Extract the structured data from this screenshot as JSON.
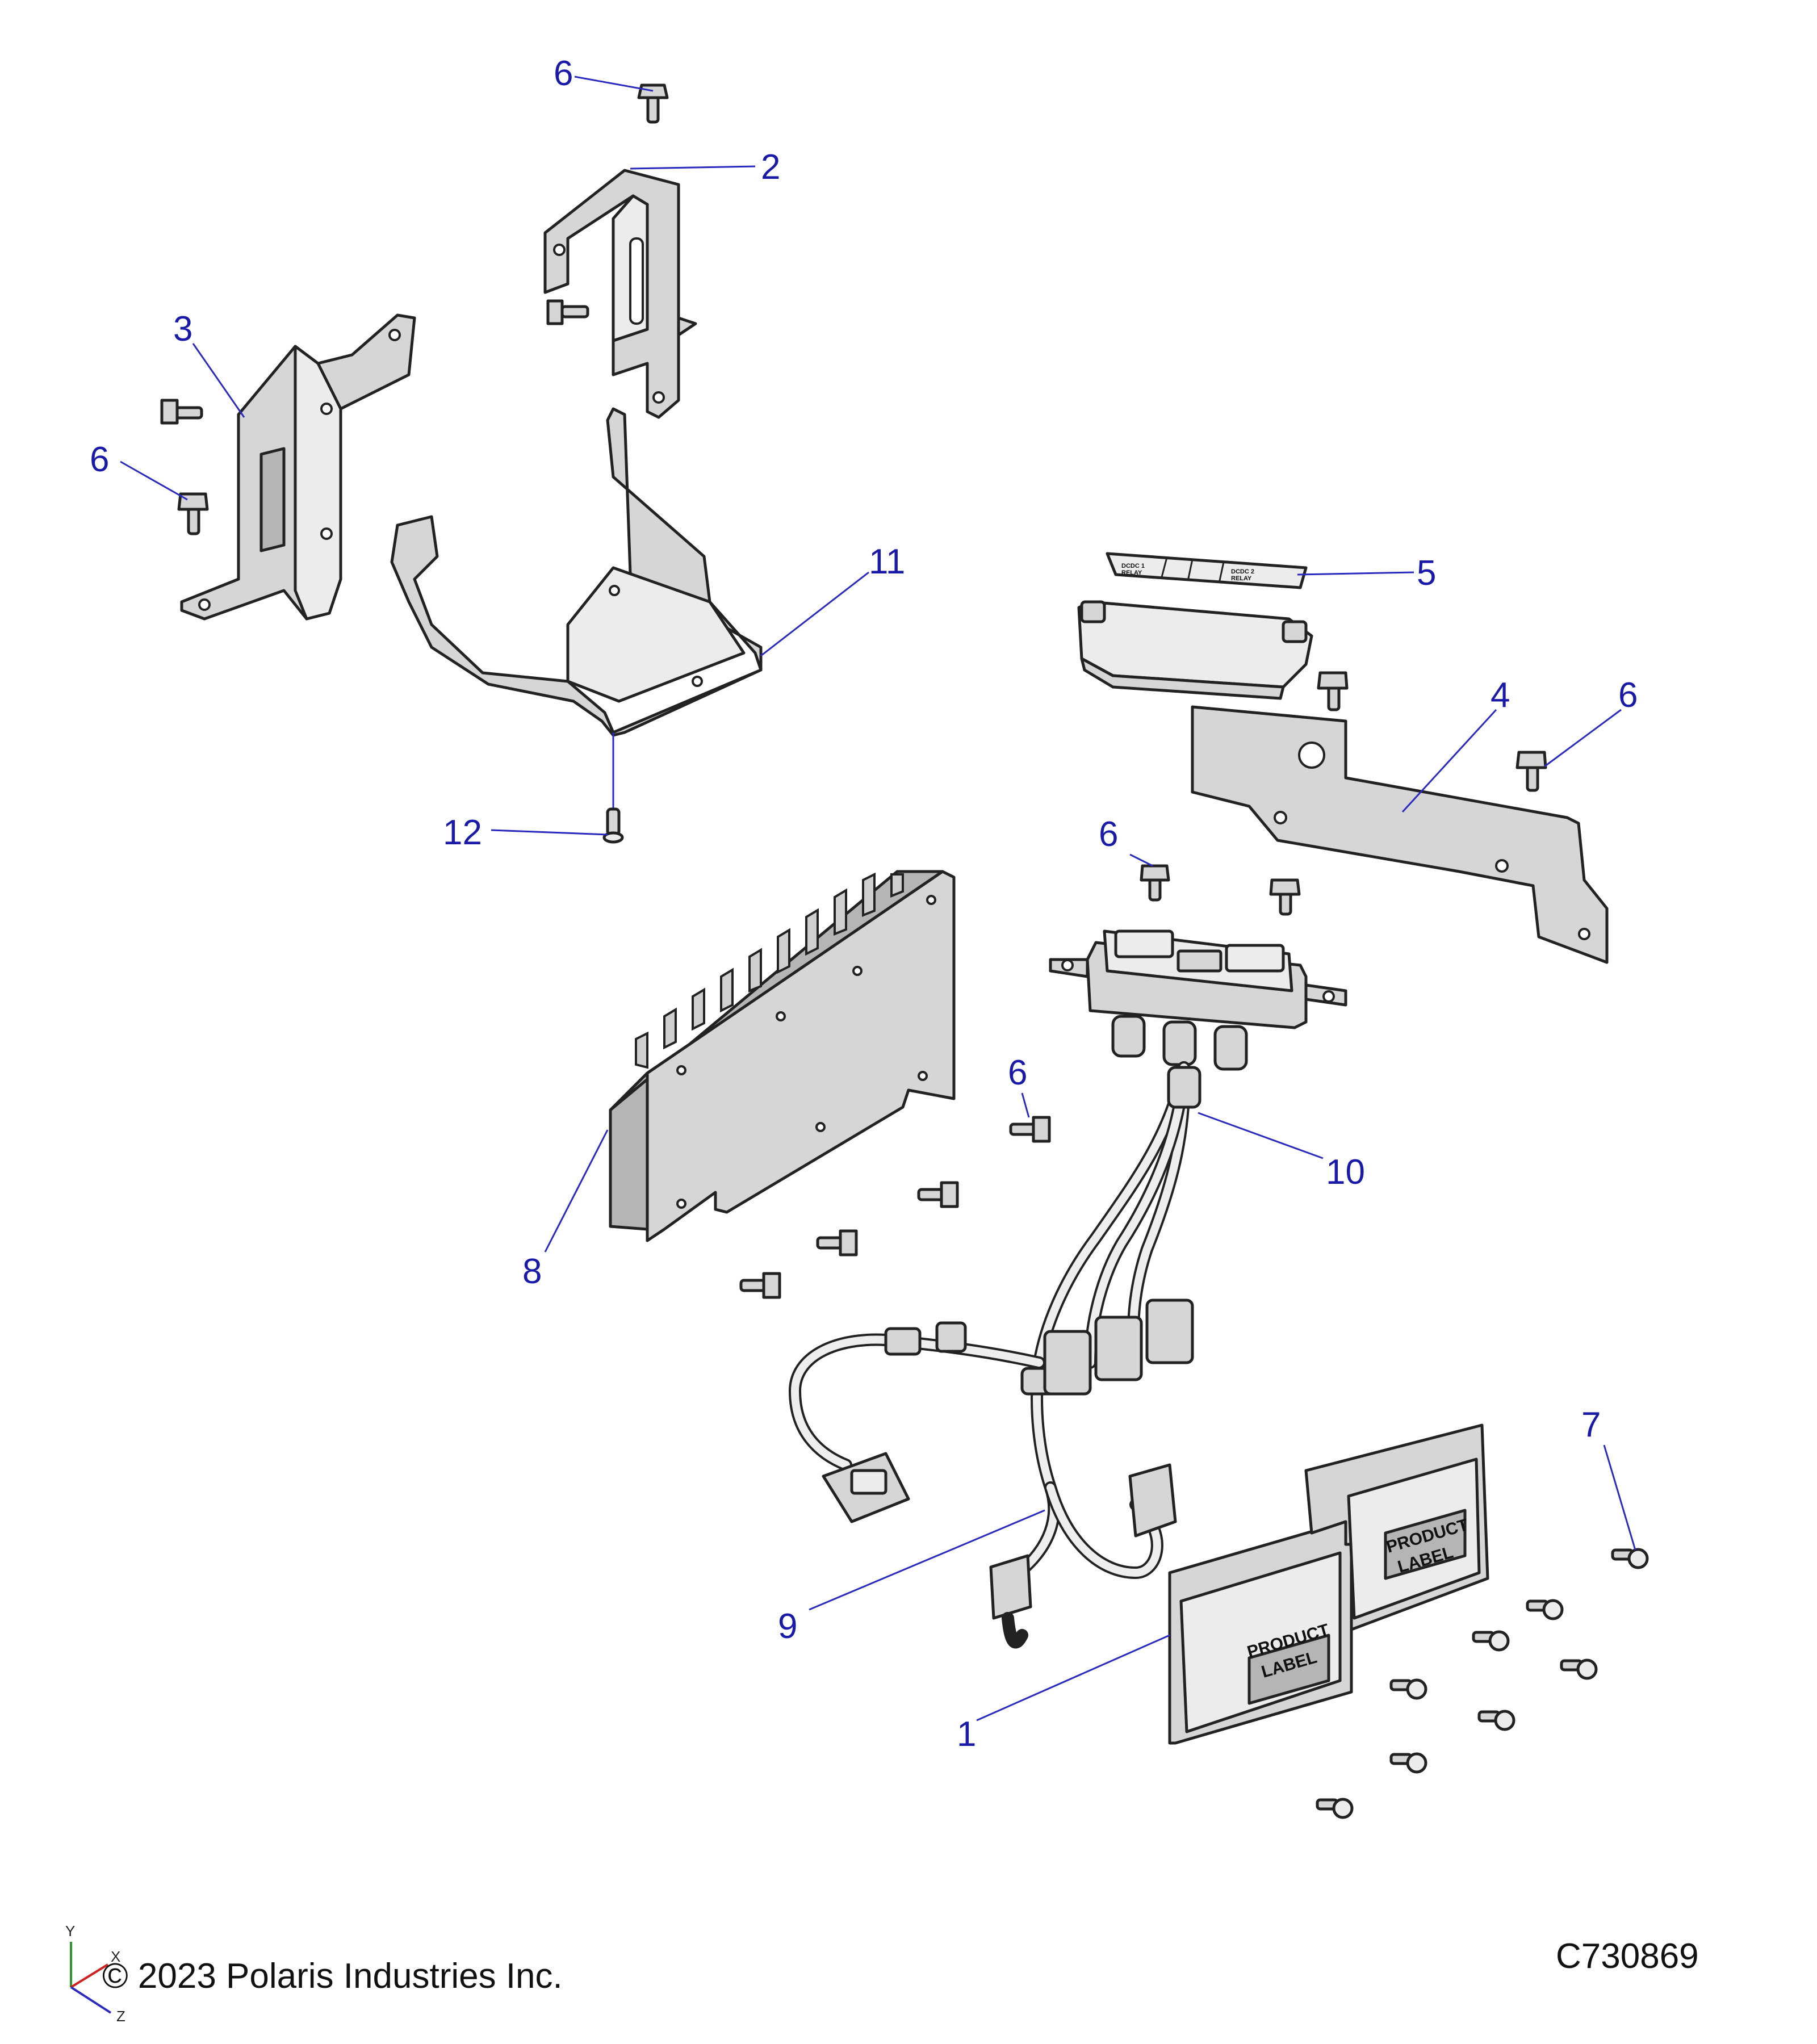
{
  "callouts": {
    "label_1": "1",
    "label_2": "2",
    "label_3": "3",
    "label_4": "4",
    "label_5": "5",
    "label_6a": "6",
    "label_6b": "6",
    "label_6c": "6",
    "label_6d": "6",
    "label_6e": "6",
    "label_7": "7",
    "label_8": "8",
    "label_9": "9",
    "label_10": "10",
    "label_11": "11",
    "label_12": "12"
  },
  "labels": {
    "product_label_line1": "PRODUCT",
    "product_label_line2": "LABEL",
    "relay_label_line1": "DCDC 1",
    "relay_label_line2": "RELAY",
    "relay_label_b_line1": "DCDC 2",
    "relay_label_b_line2": "RELAY"
  },
  "axes": {
    "y": "Y",
    "x": "X",
    "z": "Z"
  },
  "footer": {
    "copyright": "© 2023 Polaris Industries Inc.",
    "drawing_number": "C730869"
  }
}
